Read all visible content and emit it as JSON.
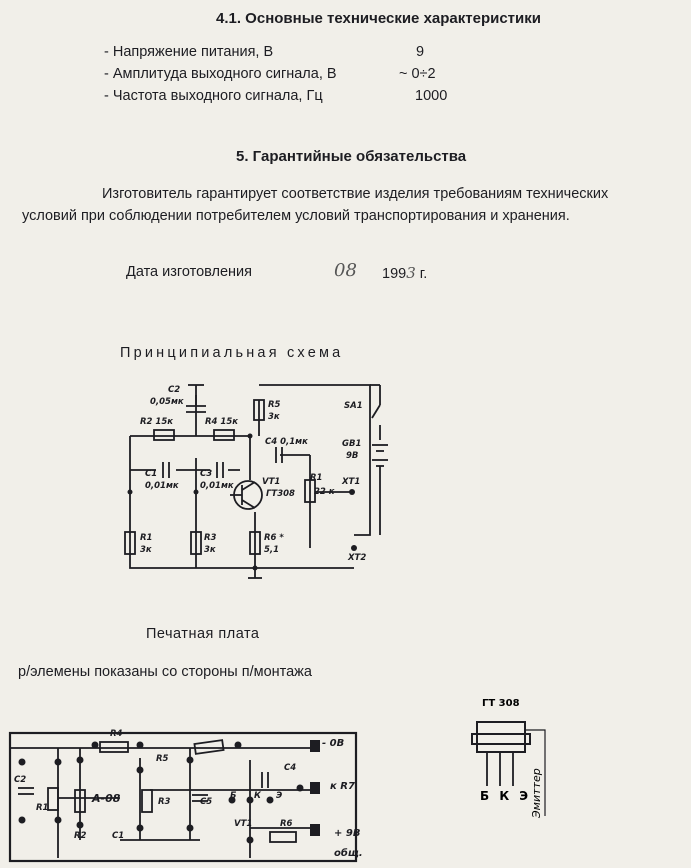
{
  "sec4": {
    "title": "4.1. Основные технические характеристики",
    "specs": [
      {
        "label": "- Напряжение питания, В",
        "value": "9"
      },
      {
        "label": "- Амплитуда выходного сигнала, В",
        "value": "~ 0÷2"
      },
      {
        "label": "- Частота выходного сигнала, Гц",
        "value": "1000"
      }
    ]
  },
  "sec5": {
    "title": "5.  Гарантийные обязательства",
    "line1": "Изготовитель гарантирует соответствие изделия требованиям технических",
    "line2": "условий при соблюдении потребителем условий транспортирования и хранения."
  },
  "date": {
    "label": "Дата  изготовления",
    "month": "08",
    "year_prefix": "199",
    "year_digit": "3",
    "suffix": "г."
  },
  "schematic": {
    "title": "Принципиальная схема",
    "labels": {
      "c2": "C2",
      "c2v": "0,05мк",
      "r2": "R2 15к",
      "r4": "R4 15к",
      "r5": "R5",
      "r5v": "3к",
      "sa1": "SA1",
      "c4": "C4 0,1мк",
      "gb1": "GB1",
      "gb1v": "9В",
      "c1": "C1",
      "c1v": "0,01мк",
      "c3": "C3",
      "c3v": "0,01мк",
      "vt1": "VT1",
      "vt1t": "ГТ308",
      "r1": "R1",
      "r1n": "22 к",
      "xt1": "XT1",
      "r1b": "R1",
      "r1bv": "3к",
      "r3": "R3",
      "r3v": "3к",
      "r6": "R6 *",
      "r6v": "5,1",
      "xt2": "XT2"
    }
  },
  "pcb": {
    "title": "Печатная  плата",
    "note": "р/элемены показаны со стороны п/монтажа",
    "labels": {
      "r4": "R4",
      "r5": "R5",
      "minus": "- 0В",
      "c2": "C2",
      "r1": "R1",
      "a08": "A-08",
      "r3": "R3",
      "c5": "C5",
      "b": "Б",
      "k": "К",
      "e": "Э",
      "c4": "C4",
      "kr7": "к R7",
      "r2": "R2",
      "c1": "C1",
      "vt1": "VT1",
      "r6": "R6",
      "plus": "+ 9В",
      "common": "общ."
    }
  },
  "transistor": {
    "title": "ГТ 308",
    "pins": "Б К Э",
    "emitter": "Эмиттер"
  }
}
